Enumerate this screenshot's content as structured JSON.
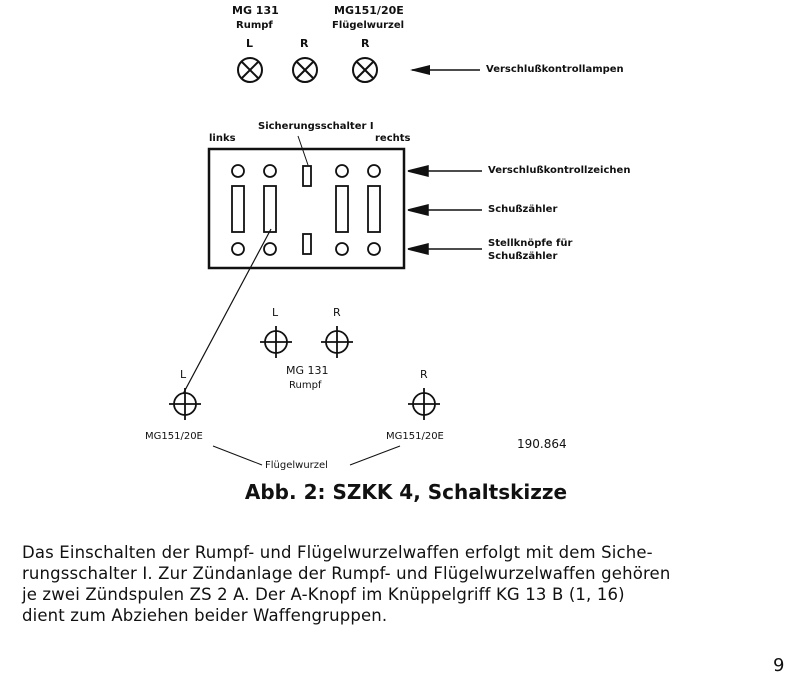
{
  "lamps": {
    "left_group": {
      "title": "MG 131",
      "subtitle": "Rumpf",
      "labels": [
        "L",
        "R"
      ]
    },
    "right_group": {
      "title": "MG151/20E",
      "subtitle": "Flügelwurzel",
      "label": "R"
    },
    "arrow_label": "Verschlußkontrollampen"
  },
  "panel": {
    "switch_label": "Sicherungsschalter I",
    "left_label": "links",
    "right_label": "rechts",
    "callouts": [
      "Verschlußkontrollzeichen",
      "Schußzähler",
      "Stellknöpfe für",
      "Schußzähler"
    ]
  },
  "gunsights": {
    "center_labels": [
      "L",
      "R"
    ],
    "center_title": "MG 131",
    "center_subtitle": "Rumpf",
    "left_label": "L",
    "right_label": "R",
    "left_gun": "MG151/20E",
    "right_gun": "MG151/20E",
    "wing_root": "Flügelwurzel"
  },
  "figure_number": "190.864",
  "caption": "Abb. 2: SZKK 4, Schaltskizze",
  "body_lines": [
    "Das Einschalten der Rumpf- und Flügelwurzelwaffen erfolgt mit dem Siche-",
    "rungsschalter I. Zur Zündanlage der Rumpf- und Flügelwurzelwaffen gehören",
    "je zwei Zündspulen ZS 2 A. Der A-Knopf im Knüppelgriff KG 13 B (1, 16)",
    "dient zum Abziehen beider Waffengruppen."
  ],
  "page_number": "9"
}
